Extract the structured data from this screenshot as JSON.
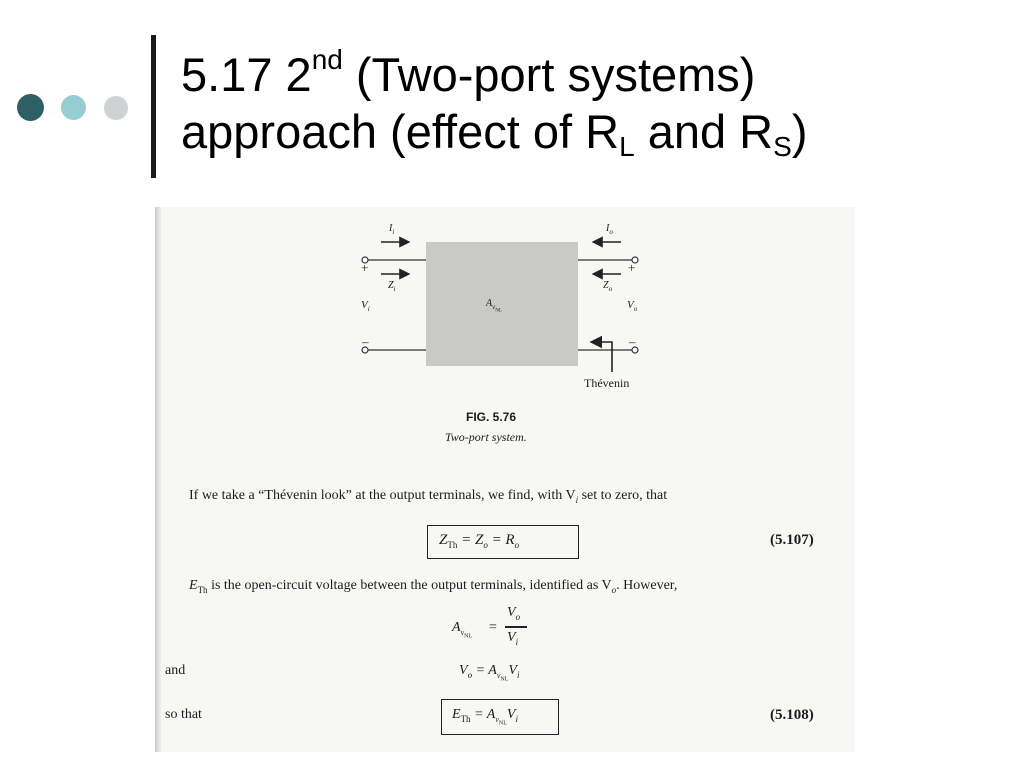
{
  "slide": {
    "title_line1_prefix": "5.17 2",
    "title_line1_sup": "nd",
    "title_line1_suffix": " (Two-port systems)",
    "title_line2_prefix": "approach (effect of R",
    "title_line2_sub1": "L",
    "title_line2_mid": " and R",
    "title_line2_sub2": "S",
    "title_line2_end": ")",
    "colors": {
      "dot1": "#2f5f66",
      "dot2": "#96cdd2",
      "dot3": "#cfd2d2",
      "bar": "#1a1a1a"
    }
  },
  "figure": {
    "label_ii": "I",
    "label_ii_sub": "i",
    "label_io": "I",
    "label_io_sub": "o",
    "label_zi": "Z",
    "label_zi_sub": "i",
    "label_zo": "Z",
    "label_zo_sub": "o",
    "label_vi": "V",
    "label_vi_sub": "i",
    "label_vo": "V",
    "label_vo_sub": "o",
    "plus": "+",
    "minus": "–",
    "box_label": "A",
    "box_label_sub": "v",
    "box_label_sub2": "NL",
    "thevenin": "Thévenin",
    "caption_number": "FIG. 5.76",
    "caption_text": "Two-port system."
  },
  "text": {
    "para1": "If we take a “Thévenin look” at the output terminals, we find, with V",
    "para1_sub": "i",
    "para1_end": " set to zero, that",
    "eq107": "Z",
    "eq107_sub": "Th",
    "eq107_rest": " = Z",
    "eq107_sub2": "o",
    "eq107_rest2": " = R",
    "eq107_sub3": "o",
    "eq107_num": "(5.107)",
    "para2_start": "E",
    "para2_sub": "Th",
    "para2": " is the open-circuit voltage between the output terminals, identified as V",
    "para2_sub2": "o",
    "para2_end": ". However,",
    "frac_lhs": "A",
    "frac_lhs_sub": "v",
    "frac_lhs_sub2": "NL",
    "frac_eq": "=",
    "frac_num": "V",
    "frac_num_sub": "o",
    "frac_den": "V",
    "frac_den_sub": "i",
    "and_label": "and",
    "eq_and_lhs": "V",
    "eq_and_lhs_sub": "o",
    "eq_and_rhs": " = A",
    "eq_and_rhs_sub": "v",
    "eq_and_rhs_sub2": "NL",
    "eq_and_rhs_end": "V",
    "eq_and_rhs_end_sub": "i",
    "so_that_label": "so that",
    "eq108": "E",
    "eq108_sub": "Th",
    "eq108_rest": " = A",
    "eq108_sub2": "v",
    "eq108_sub3": "NL",
    "eq108_end": "V",
    "eq108_end_sub": "i",
    "eq108_num": "(5.108)"
  }
}
